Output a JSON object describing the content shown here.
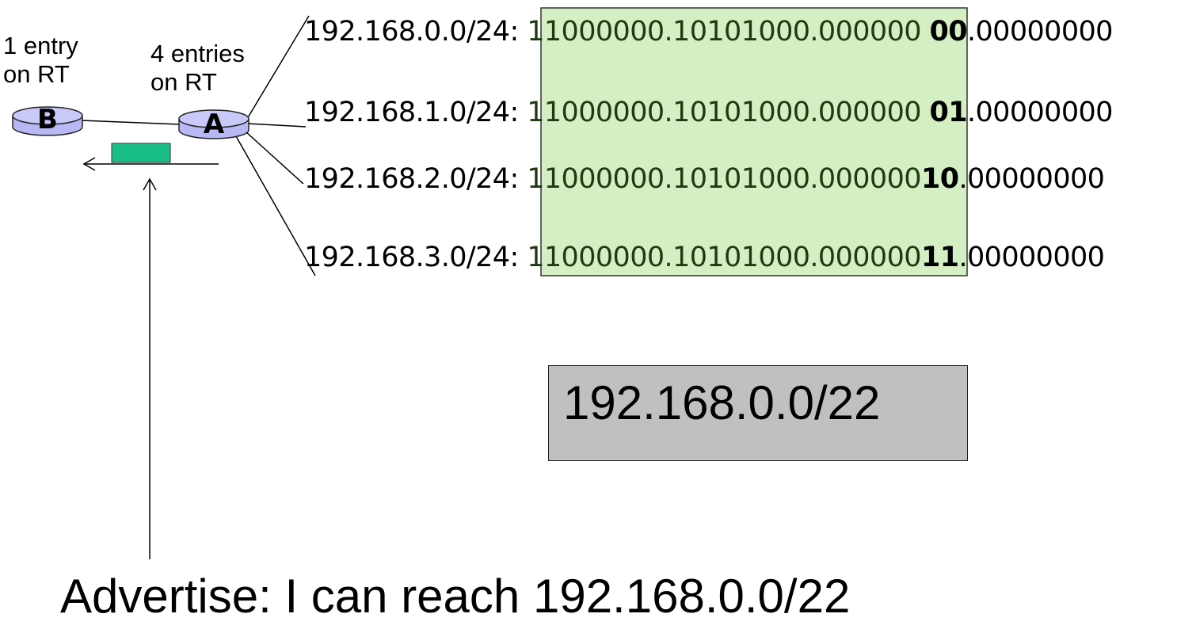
{
  "routers": {
    "b": {
      "letter": "B",
      "entries_label_line1": "1 entry",
      "entries_label_line2": "on RT"
    },
    "a": {
      "letter": "A",
      "entries_label_line1": "4 entries",
      "entries_label_line2": "on RT"
    }
  },
  "prefixes": [
    {
      "net": "192.168.0.0/24:",
      "bits": "11000000.10101000.000000",
      "host_bits": "00",
      "suffix": ".00000000"
    },
    {
      "net": "192.168.1.0/24:",
      "bits": "11000000.10101000.000000",
      "host_bits": "01",
      "suffix": ".00000000"
    },
    {
      "net": "192.168.2.0/24:",
      "bits": "11000000.10101000.000000",
      "host_bits": "10",
      "suffix": ".00000000"
    },
    {
      "net": "192.168.3.0/24:",
      "bits": "11000000.10101000.000000",
      "host_bits": "11",
      "suffix": ".00000000"
    }
  ],
  "aggregate": {
    "label": "192.168.0.0/22"
  },
  "advertisement": {
    "text": "Advertise: I can reach 192.168.0.0/22"
  },
  "colors": {
    "router_fill": "#b8b8f5",
    "common_prefix_highlight": "#d5efc4",
    "aggregate_box": "#c0c0c0",
    "message_packet": "#1abf86"
  }
}
